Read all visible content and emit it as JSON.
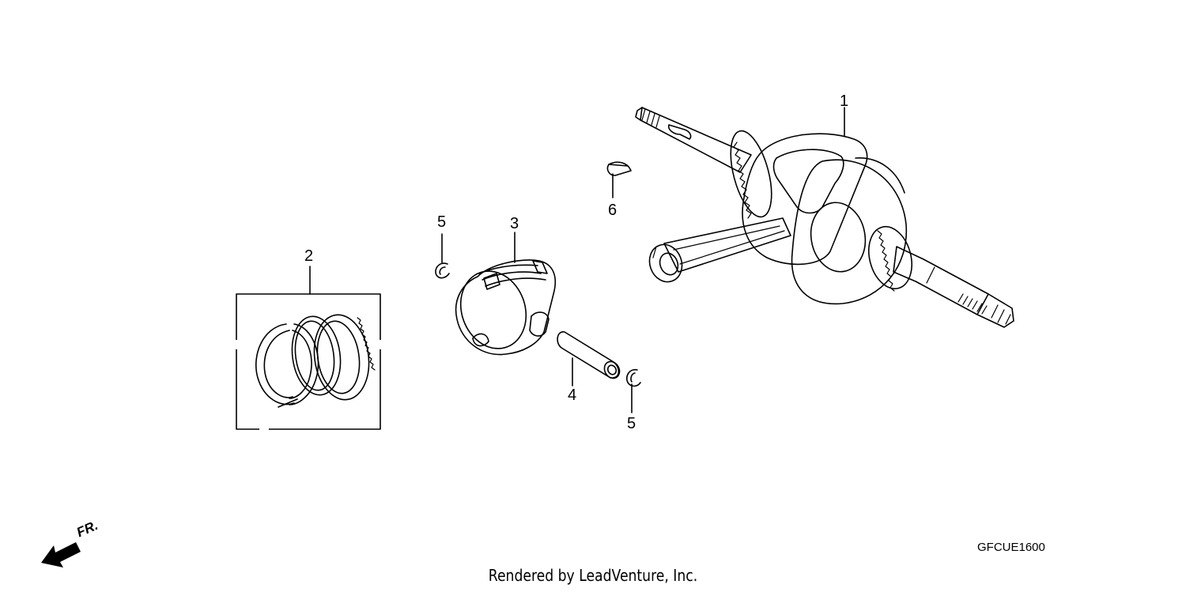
{
  "callouts": [
    {
      "id": "c1",
      "text": "1"
    },
    {
      "id": "c2",
      "text": "2"
    },
    {
      "id": "c3",
      "text": "3"
    },
    {
      "id": "c4",
      "text": "4"
    },
    {
      "id": "c5a",
      "text": "5"
    },
    {
      "id": "c5b",
      "text": "5"
    },
    {
      "id": "c6",
      "text": "6"
    }
  ],
  "direction_indicator": {
    "label": "FR.",
    "icon": "arrow-front-icon"
  },
  "diagram_code": "GFCUE1600",
  "credit": "Rendered by LeadVenture, Inc."
}
